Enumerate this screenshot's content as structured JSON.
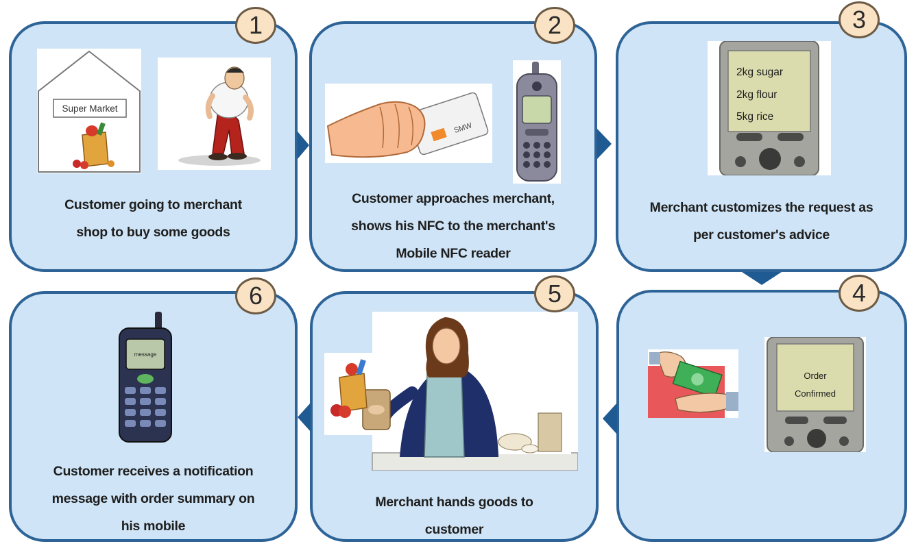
{
  "steps": [
    {
      "number": "1",
      "caption_lines": [
        "Customer going to merchant",
        "shop to buy some goods"
      ],
      "sign_text": "Super Market"
    },
    {
      "number": "2",
      "caption_lines": [
        "Customer approaches merchant,",
        "shows his NFC to the merchant's",
        "Mobile NFC reader"
      ],
      "card_text": "SMW"
    },
    {
      "number": "3",
      "caption_lines": [
        "Merchant customizes the request as",
        "per customer's advice"
      ],
      "screen_lines": [
        "2kg sugar",
        "2kg flour",
        "5kg rice"
      ]
    },
    {
      "number": "4",
      "caption_lines": [],
      "screen_lines": [
        "Order",
        "Confirmed"
      ]
    },
    {
      "number": "5",
      "caption_lines": [
        "Merchant hands goods to",
        "customer"
      ]
    },
    {
      "number": "6",
      "caption_lines": [
        "Customer receives a notification",
        "message with order summary on",
        "his mobile"
      ],
      "screen_text": "message"
    }
  ],
  "colors": {
    "panel_fill": "#cfe4f6",
    "panel_border": "#2d6396",
    "badge_fill": "#fae3c4",
    "arrow": "#1f5a92"
  }
}
